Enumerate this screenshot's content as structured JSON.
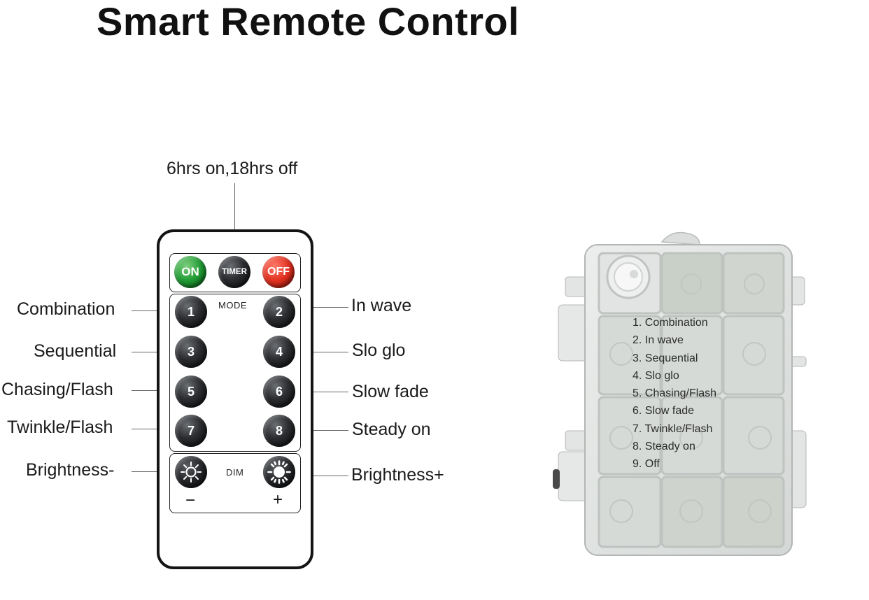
{
  "title": "Smart Remote Control",
  "timer_caption": "6hrs on,18hrs off",
  "remote": {
    "top_buttons": {
      "on": "ON",
      "timer": "TIMER",
      "off": "OFF"
    },
    "mode_label": "MODE",
    "dim_label": "DIM",
    "mode_buttons": [
      "1",
      "2",
      "3",
      "4",
      "5",
      "6",
      "7",
      "8"
    ],
    "minus_sign": "−",
    "plus_sign": "+"
  },
  "left_labels": [
    "Combination",
    "Sequential",
    "Chasing/Flash",
    "Twinkle/Flash",
    "Brightness-"
  ],
  "right_labels": [
    "In wave",
    "Slo glo",
    "Slow fade",
    "Steady on",
    "Brightness+"
  ],
  "battery_box_list": [
    "1. Combination",
    "2. In wave",
    "3. Sequential",
    "4. Slo glo",
    "5. Chasing/Flash",
    "6. Slow fade",
    "7. Twinkle/Flash",
    "8. Steady on",
    "9. Off"
  ],
  "icons": {
    "sun_dim": "brightness-down-icon",
    "sun_bright": "brightness-up-icon",
    "battery_box": "battery-box-icon"
  }
}
